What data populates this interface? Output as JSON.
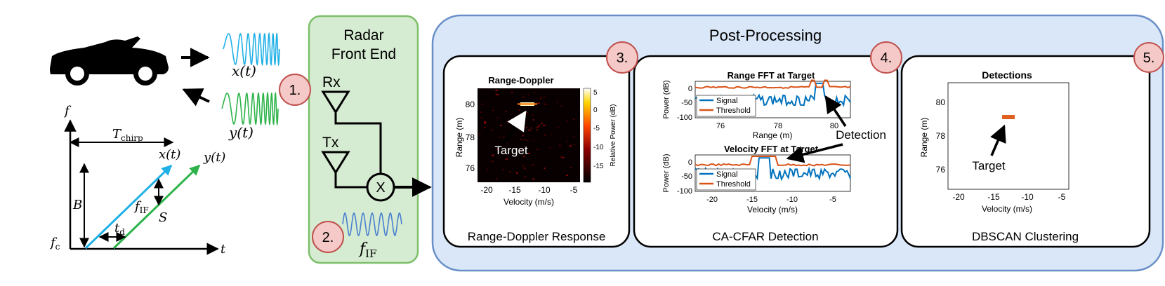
{
  "left": {
    "x_signal_label": "x(t)",
    "y_signal_label": "y(t)",
    "plot": {
      "f_axis": "f",
      "t_axis": "t",
      "fc": "f",
      "fc_sub": "c",
      "T_chirp": "T",
      "T_chirp_sub": "chirp",
      "B": "B",
      "S": "S",
      "fIF": "f",
      "fIF_sub": "IF",
      "td": "t",
      "td_sub": "d",
      "x_label": "x(t)",
      "y_label": "y(t)"
    }
  },
  "frontend": {
    "title_line1": "Radar",
    "title_line2": "Front End",
    "rx": "Rx",
    "tx": "Tx",
    "mixer": "X",
    "fIF": "f",
    "fIF_sub": "IF"
  },
  "steps": [
    "1.",
    "2.",
    "3.",
    "4.",
    "5."
  ],
  "post": {
    "title": "Post-Processing",
    "rd": {
      "title": "Range-Doppler",
      "caption": "Range-Doppler Response",
      "ylabel": "Range (m)",
      "xlabel": "Velocity (m/s)",
      "yticks": [
        "80",
        "78",
        "76"
      ],
      "xticks": [
        "-20",
        "-15",
        "-10",
        "-5"
      ],
      "cbar_label": "Relative Power (dB)",
      "cbar_ticks": [
        "5",
        "0",
        "-5",
        "-10",
        "-15"
      ],
      "target": "Target"
    },
    "cfar": {
      "caption": "CA-CFAR Detection",
      "range_title": "Range FFT at Target",
      "vel_title": "Velocity FFT at Target",
      "ylabel": "Power (dB)",
      "range_xlabel": "Range (m)",
      "vel_xlabel": "Velocity (m/s)",
      "yticks": [
        "0",
        "-50",
        "-100"
      ],
      "range_xticks": [
        "76",
        "78",
        "80"
      ],
      "vel_xticks": [
        "-20",
        "-15",
        "-10",
        "-5"
      ],
      "legend_signal": "Signal",
      "legend_threshold": "Threshold",
      "detection": "Detection"
    },
    "dbscan": {
      "title": "Detections",
      "caption": "DBSCAN Clustering",
      "ylabel": "Range (m)",
      "xlabel": "Velocity (m/s)",
      "yticks": [
        "80",
        "78",
        "76"
      ],
      "xticks": [
        "-20",
        "-15",
        "-10",
        "-5"
      ],
      "target": "Target"
    }
  },
  "colors": {
    "tx_signal": "#1fb0e6",
    "rx_signal": "#2db34a",
    "if_signal": "#4a7fd0",
    "signal_line": "#0072bd",
    "threshold_line": "#d95319",
    "frontend_bg": "#d6ecd2",
    "frontend_border": "#7dbf6a",
    "post_bg": "#dae7f8",
    "post_border": "#6a8fc8",
    "step_bg": "#f4c9c7",
    "step_border": "#c0504d",
    "detection_marker": "#e06020"
  }
}
